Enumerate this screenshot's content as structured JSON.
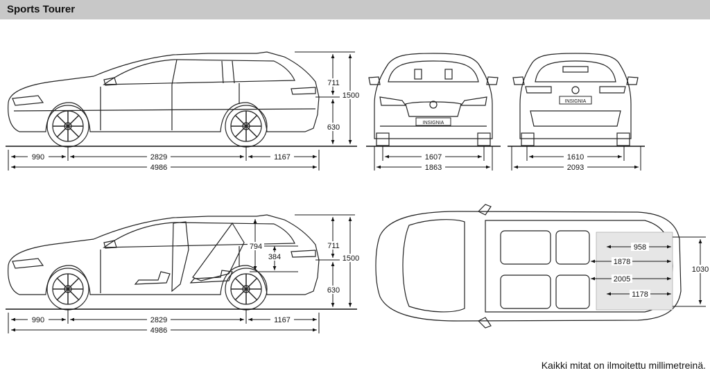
{
  "header": {
    "title": "Sports Tourer"
  },
  "side_view": {
    "dims": {
      "front_overhang": "990",
      "wheelbase": "2829",
      "rear_overhang": "1167",
      "length": "4986",
      "upper_height": "711",
      "lower_height": "630",
      "height": "1500"
    },
    "plate": ""
  },
  "front_view": {
    "dims": {
      "track": "1607",
      "width": "1863"
    },
    "plate": "INSIGNIA"
  },
  "rear_view": {
    "dims": {
      "track": "1610",
      "width": "2093"
    },
    "plate": "INSIGNIA"
  },
  "side_view_open": {
    "dims": {
      "front_overhang": "990",
      "wheelbase": "2829",
      "rear_overhang": "1167",
      "length": "4986",
      "upper_height": "711",
      "lower_height": "630",
      "height": "1500",
      "opening_height": "794",
      "load_sill": "384"
    }
  },
  "top_view": {
    "dims": {
      "load_floor_short": "958",
      "load_floor_folded": "1878",
      "load_floor_max": "2005",
      "load_width": "1178",
      "width_between_arches": "1030"
    }
  },
  "footnote": "Kaikki mitat on ilmoitettu millimetreinä."
}
